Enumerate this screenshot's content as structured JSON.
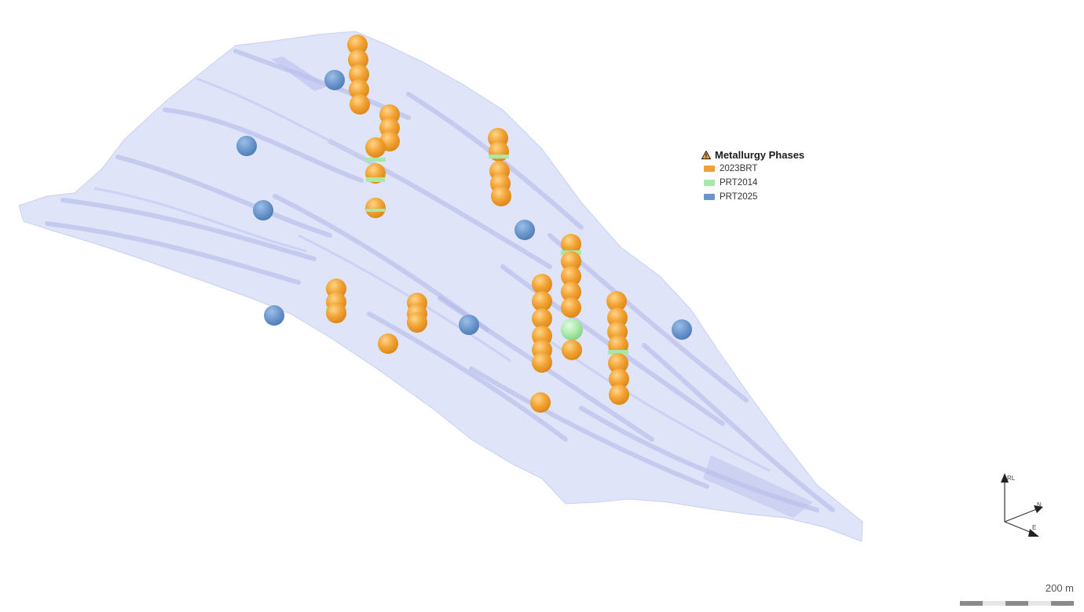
{
  "legend": {
    "title": "Metallurgy Phases",
    "icon": "warning-triangle-icon",
    "items": [
      {
        "label": "2023BRT",
        "color": "#F0A030"
      },
      {
        "label": "PRT2014",
        "color": "#A8E8A8"
      },
      {
        "label": "PRT2025",
        "color": "#6A96CC"
      }
    ]
  },
  "axes": {
    "up": "RL",
    "north": "N",
    "east": "E"
  },
  "scale": {
    "label": "200 m"
  },
  "colors": {
    "surface": "#C8CFF2",
    "stripe": "#A9B2E6",
    "orange": "#F0A030",
    "green": "#A8E8A8",
    "blue": "#6A96CC"
  }
}
